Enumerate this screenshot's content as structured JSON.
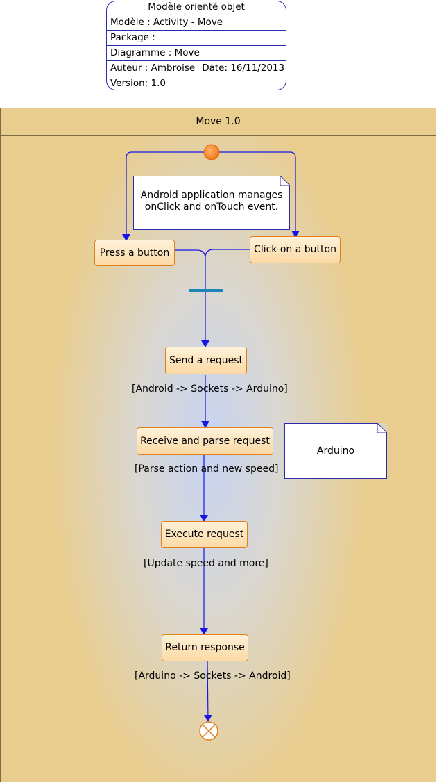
{
  "info": {
    "title": "Modèle orienté objet",
    "model": "Modèle : Activity - Move",
    "package": "Package :",
    "diagram": "Diagramme : Move",
    "author": "Auteur : Ambroise",
    "date": "Date: 16/11/2013",
    "version": "Version: 1.0"
  },
  "swimlane": {
    "title": "Move 1.0"
  },
  "notes": {
    "android": "Android application manages onClick and onTouch event.",
    "arduino": "Arduino"
  },
  "nodes": {
    "press": "Press a button",
    "click": "Click on a button",
    "send": "Send a request",
    "receive": "Receive and parse request",
    "execute": "Execute request",
    "return": "Return response"
  },
  "guards": {
    "g1": "[Android -> Sockets -> Arduino]",
    "g2": "[Parse action and new speed]",
    "g3": "[Update speed and more]",
    "g4": "[Arduino -> Sockets -> Android]"
  },
  "colors": {
    "flow": "#1515e6",
    "node_border": "#e0801c",
    "fork_bar": "#1d84b8",
    "start": "#f08020",
    "frame_fill": "#e9cd8e"
  }
}
